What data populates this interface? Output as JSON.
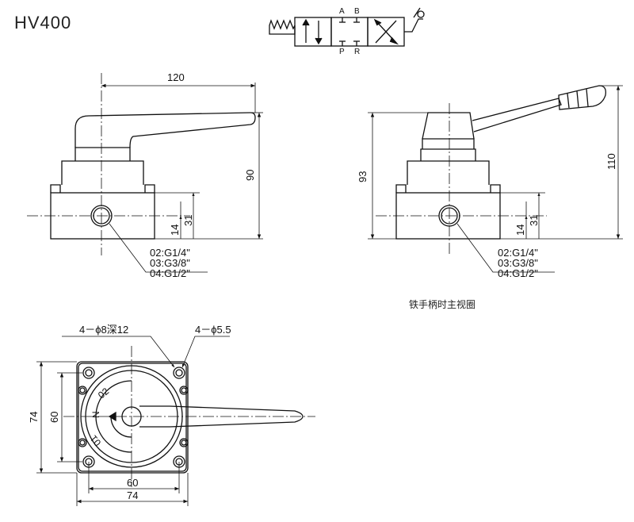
{
  "model": "HV400",
  "symbol": {
    "port_a": "A",
    "port_b": "B",
    "port_p": "P",
    "port_r": "R"
  },
  "side_view": {
    "dim_length": "120",
    "dim_height": "90",
    "dim_port_height": "31",
    "dim_port_center": "14",
    "port_sizes": [
      "02:G1/4\"",
      "03:G3/8\"",
      "04:G1/2\""
    ]
  },
  "steel_view": {
    "dim_height": "93",
    "dim_total_height": "110",
    "dim_port_height": "31",
    "dim_port_center": "14",
    "port_sizes": [
      "02:G1/4\"",
      "03:G3/8\"",
      "04:G1/2\""
    ],
    "caption": "铁手柄时主视圈"
  },
  "top_view": {
    "hole_large": "4－ϕ8深12",
    "hole_small": "4－ϕ5.5",
    "dim_height_outer": "74",
    "dim_height_inner": "60",
    "dim_width_inner": "60",
    "dim_width_outer": "74",
    "dial_n": "N",
    "dial_02": "02",
    "dial_01": "01"
  }
}
